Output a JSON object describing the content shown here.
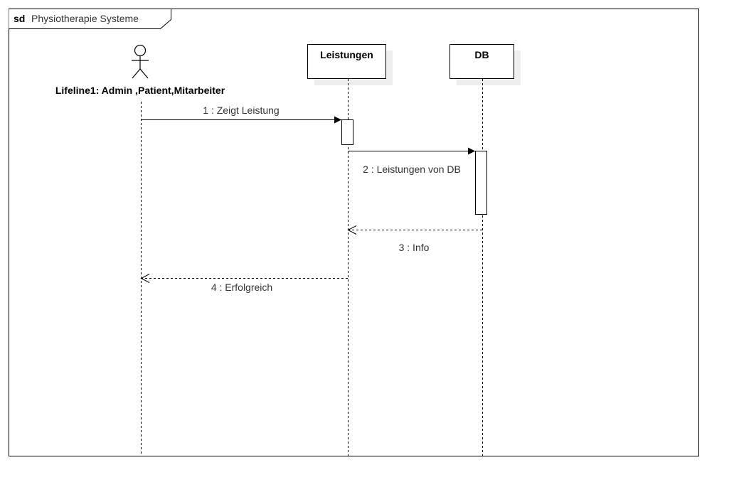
{
  "frame": {
    "keyword": "sd",
    "title": "Physiotherapie Systeme"
  },
  "lifelines": {
    "actor": {
      "label": "Lifeline1: Admin ,Patient,Mitarbeiter"
    },
    "leistungen": {
      "label": "Leistungen"
    },
    "db": {
      "label": "DB"
    }
  },
  "messages": [
    {
      "label": "1 : Zeigt Leistung",
      "kind": "synchronous",
      "from": "actor",
      "to": "leistungen"
    },
    {
      "label": "2 : Leistungen von DB",
      "kind": "synchronous",
      "from": "leistungen",
      "to": "db"
    },
    {
      "label": "3 : Info",
      "kind": "return",
      "from": "db",
      "to": "leistungen"
    },
    {
      "label": "4 : Erfolgreich",
      "kind": "return",
      "from": "leistungen",
      "to": "actor"
    }
  ]
}
